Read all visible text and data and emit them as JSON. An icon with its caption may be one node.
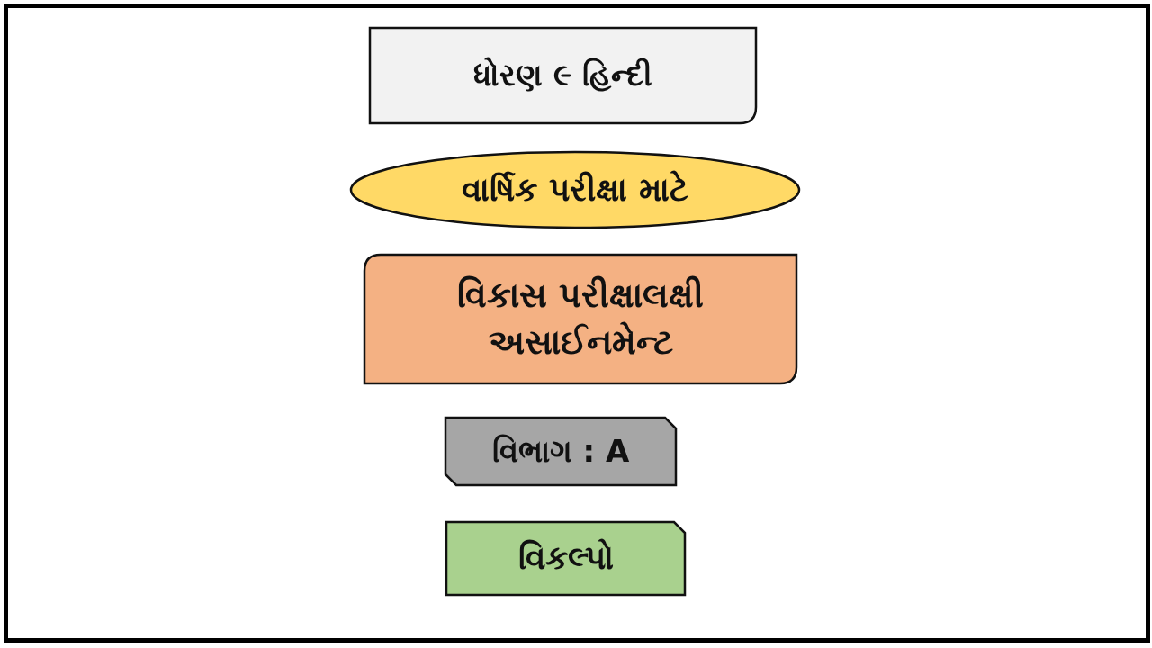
{
  "diagram": {
    "nodes": [
      {
        "text": [
          "ધોરણ ૯ હિન્દી"
        ]
      },
      {
        "text": [
          "વાર્ષિક પરીક્ષા માટે"
        ]
      },
      {
        "text": [
          "વિકાસ પરીક્ષાલક્ષી અસાઈનમેન્ટ"
        ]
      },
      {
        "text": [
          "વિભાગ : A"
        ]
      },
      {
        "text": [
          "વિકલ્પો"
        ]
      }
    ],
    "edges": []
  }
}
